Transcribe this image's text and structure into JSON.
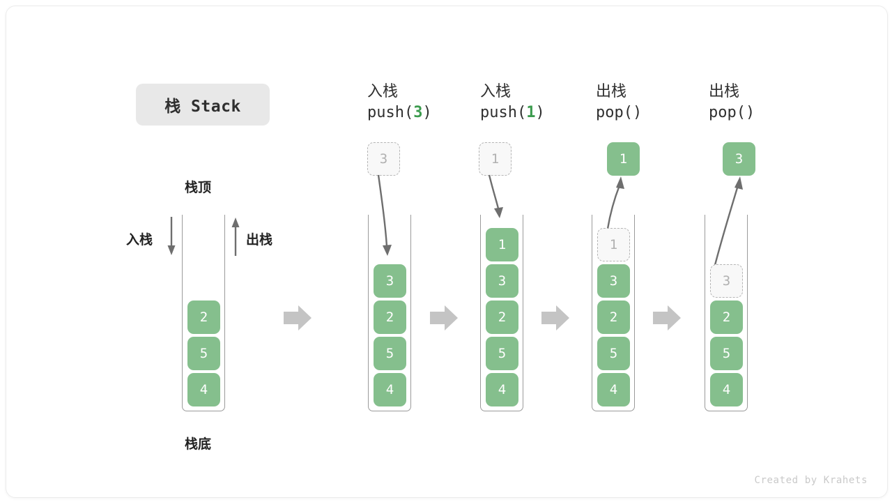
{
  "title": {
    "text": "栈 Stack"
  },
  "labels": {
    "top": "栈顶",
    "bottom": "栈底",
    "push": "入栈",
    "pop": "出栈"
  },
  "footer": {
    "credit": "Created by Krahets"
  },
  "colors": {
    "cell_fill": "#85bf8d",
    "cell_text": "#ffffff",
    "ghost_fill": "#f8f8f8",
    "ghost_border": "#b5b5b5",
    "ghost_text": "#b0b0b0",
    "accent_green": "#3c9b4e",
    "arrow_gray": "#6e6e6e",
    "block_arrow": "#c4c4c4",
    "container_border": "#9a9a9a",
    "chip_bg": "#e8e8e8"
  },
  "columns": [
    {
      "id": "initial",
      "head_cn": "",
      "head_code": "",
      "head_code_arg": "",
      "floating": null,
      "stack": [
        "2",
        "5",
        "4"
      ],
      "ghost_top": null
    },
    {
      "id": "push-3",
      "head_cn": "入栈",
      "head_code_pre": "push(",
      "head_code_arg": "3",
      "head_code_post": ")",
      "floating": {
        "value": "3",
        "style": "ghost"
      },
      "stack": [
        "3",
        "2",
        "5",
        "4"
      ],
      "ghost_top": null
    },
    {
      "id": "push-1",
      "head_cn": "入栈",
      "head_code_pre": "push(",
      "head_code_arg": "1",
      "head_code_post": ")",
      "floating": {
        "value": "1",
        "style": "ghost"
      },
      "stack": [
        "1",
        "3",
        "2",
        "5",
        "4"
      ],
      "ghost_top": null
    },
    {
      "id": "pop-1",
      "head_cn": "出栈",
      "head_code_pre": "pop(",
      "head_code_arg": "",
      "head_code_post": ")",
      "floating": {
        "value": "1",
        "style": "filled"
      },
      "stack": [
        "3",
        "2",
        "5",
        "4"
      ],
      "ghost_top": "1"
    },
    {
      "id": "pop-3",
      "head_cn": "出栈",
      "head_code_pre": "pop(",
      "head_code_arg": "",
      "head_code_post": ")",
      "floating": {
        "value": "3",
        "style": "filled"
      },
      "stack": [
        "2",
        "5",
        "4"
      ],
      "ghost_top": "3"
    }
  ]
}
